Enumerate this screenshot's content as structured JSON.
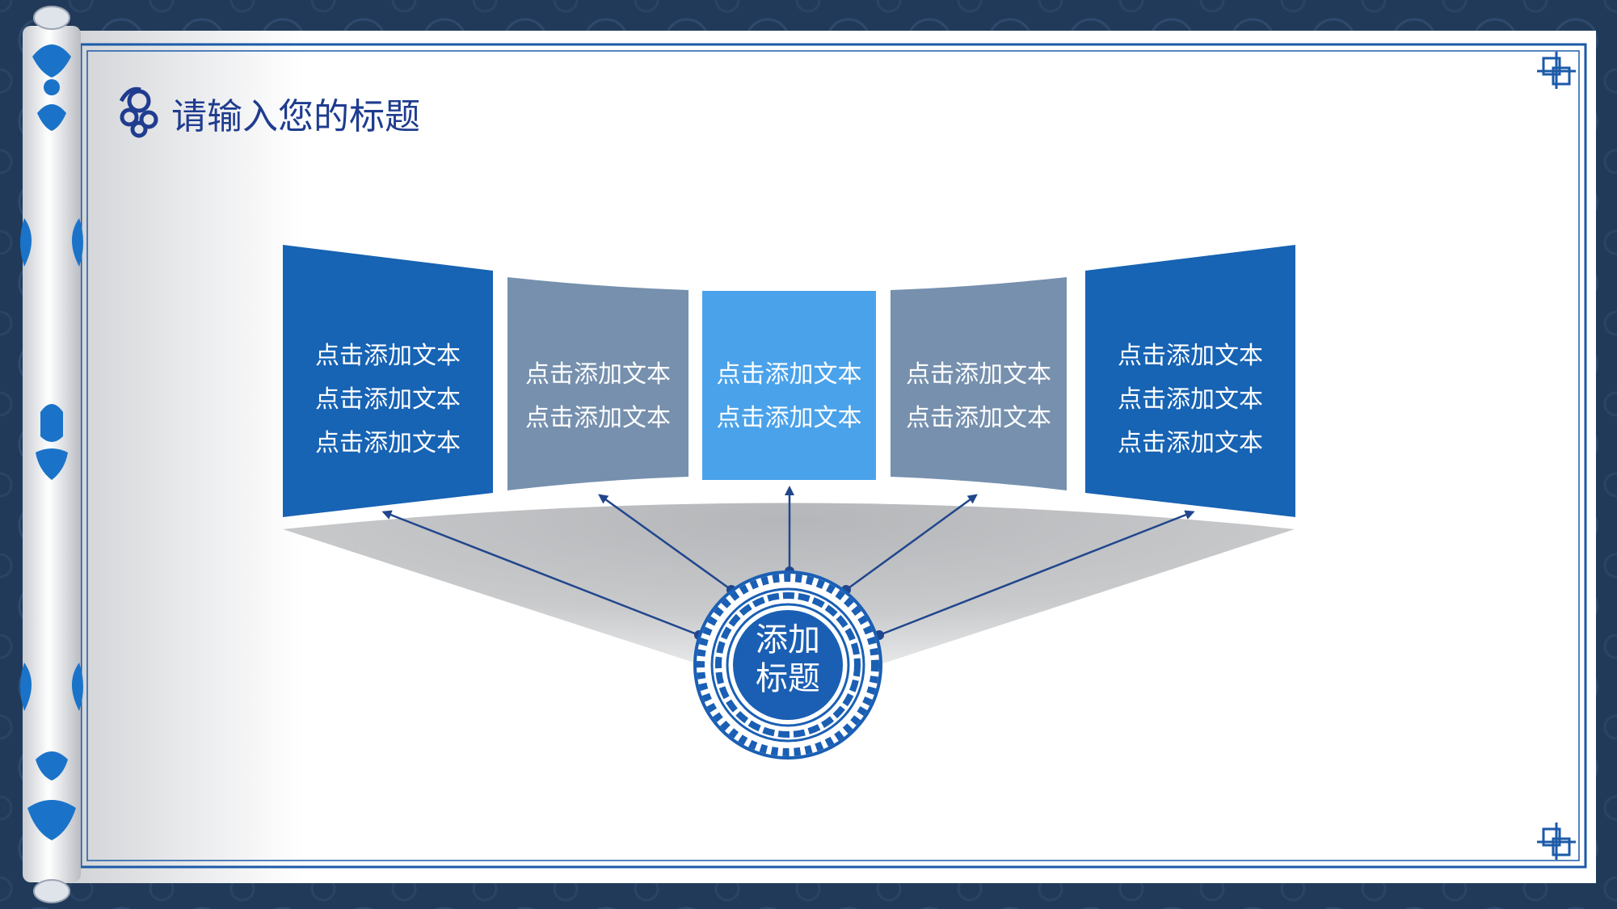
{
  "slide": {
    "title": "请输入您的标题"
  },
  "panels": [
    {
      "lines": [
        "点击添加文本",
        "点击添加文本",
        "点击添加文本"
      ],
      "color": "#1763b4"
    },
    {
      "lines": [
        "点击添加文本",
        "点击添加文本"
      ],
      "color": "#7690ae"
    },
    {
      "lines": [
        "点击添加文本",
        "点击添加文本"
      ],
      "color": "#4aa2ea"
    },
    {
      "lines": [
        "点击添加文本",
        "点击添加文本"
      ],
      "color": "#7690ae"
    },
    {
      "lines": [
        "点击添加文本",
        "点击添加文本",
        "点击添加文本"
      ],
      "color": "#1763b4"
    }
  ],
  "center": {
    "line1": "添加",
    "line2": "标题"
  },
  "colors": {
    "background": "#213a5a",
    "title": "#1f3c8f",
    "arrow": "#21468d",
    "shadow": "#c7c8ca",
    "porcelain": "#1a5fb4",
    "frame": "#1b5aa8"
  },
  "icons": [
    "cloud-ornament-icon",
    "corner-knot-icon",
    "scroll-rod-ornament-icon",
    "porcelain-medallion-icon"
  ]
}
